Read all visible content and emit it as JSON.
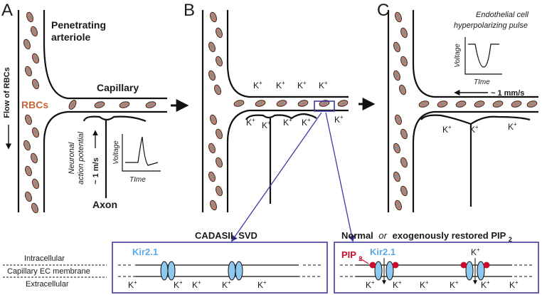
{
  "panels": {
    "a": "A",
    "b": "B",
    "c": "C"
  },
  "panel_a": {
    "arteriole_line1": "Penetrating",
    "arteriole_line2": "arteriole",
    "capillary": "Capillary",
    "rbcs": "RBCs",
    "flow_label": "Flow of RBCs",
    "neuronal_line1": "Neuronal",
    "neuronal_line2": "action potential",
    "speed": "~ 1 m/s",
    "axon": "Axon",
    "voltage": "Voltage",
    "time": "TIme"
  },
  "panel_b": {
    "k_ion": "K+"
  },
  "panel_c": {
    "endothelial_line1": "Endothelial cell",
    "endothelial_line2": "hyperpolarizing pulse",
    "voltage": "Voltage",
    "time": "TIme",
    "speed": "~ 1 mm/s"
  },
  "membrane_legend": {
    "intracellular": "Intracellular",
    "membrane": "Capillary EC membrane",
    "extracellular": "Extracellular"
  },
  "box_cadasil": {
    "title": "CADASIL SVD",
    "channel": "Kir2.1"
  },
  "box_normal": {
    "title_normal": "Normal",
    "title_or": "or",
    "title_rest": "exogenously restored PIP",
    "title_sub": "2",
    "pip": "PIP",
    "pip_sub": "2",
    "channel": "Kir2.1"
  },
  "colors": {
    "rbc_fill": "#c8806a",
    "rbc_inner": "#8c8c8c",
    "kir": "#8ec8ee",
    "pip": "#c8102e",
    "connector": "#3f3aa0"
  }
}
